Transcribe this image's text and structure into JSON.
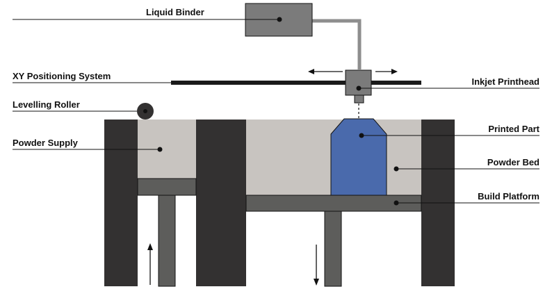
{
  "labels": {
    "liquid_binder": "Liquid Binder",
    "xy_positioning_system": "XY Positioning System",
    "inkjet_printhead": "Inkjet Printhead",
    "levelling_roller": "Levelling Roller",
    "powder_supply": "Powder Supply",
    "printed_part": "Printed Part",
    "powder_bed": "Powder Bed",
    "build_platform": "Build Platform"
  },
  "colors": {
    "wall": "#333131",
    "powder": "#c8c4c0",
    "platform": "#5d5d5b",
    "printhead": "#7b7b7b",
    "feed_line": "#8e8e8e",
    "rail": "#1a1a1a",
    "printed_part": "#4a6aac",
    "label_text": "#111111"
  },
  "icons": {
    "motion_arrows": "double-headed-arrow",
    "supply_arrow": "arrow-up",
    "build_arrow": "arrow-down"
  }
}
